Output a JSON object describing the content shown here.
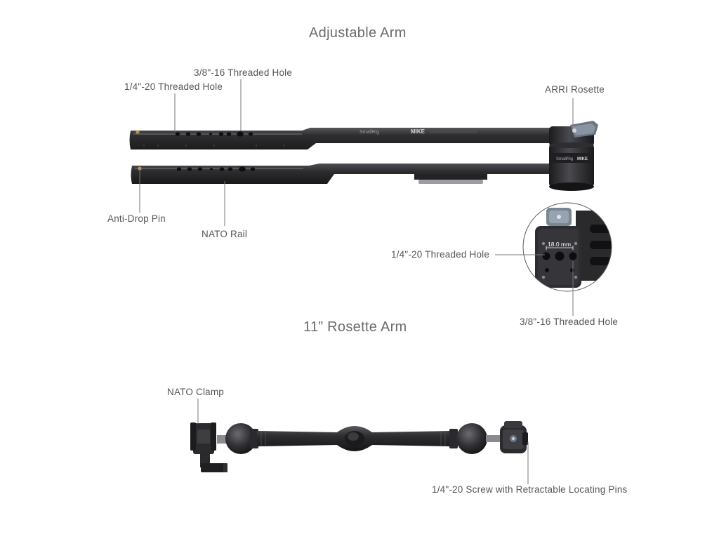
{
  "titles": {
    "adjustable_arm": "Adjustable Arm",
    "rosette_arm": "11” Rosette Arm"
  },
  "labels": {
    "threaded_hole_38_top": "3/8\"-16 Threaded Hole",
    "threaded_hole_14_top": "1/4\"-20 Threaded Hole",
    "arri_rosette": "ARRI Rosette",
    "anti_drop_pin": "Anti-Drop Pin",
    "nato_rail": "NATO Rail",
    "threaded_hole_14_detail": "1/4\"-20 Threaded Hole",
    "threaded_hole_38_detail": "3/8\"-16 Threaded Hole",
    "nato_clamp": "NATO Clamp",
    "screw_locating_pins": "1/4\"-20 Screw with Retractable Locating Pins"
  },
  "product_marks": {
    "brand": "SmallRig",
    "model": "MIKE",
    "dimension": "18.0 mm"
  },
  "colors": {
    "metal_dark": "#2a2a2c",
    "metal_mid": "#3d3d40",
    "metal_light": "#6a6a6e",
    "brass": "#b8964a",
    "leader_line": "#777777",
    "text": "#555555"
  }
}
